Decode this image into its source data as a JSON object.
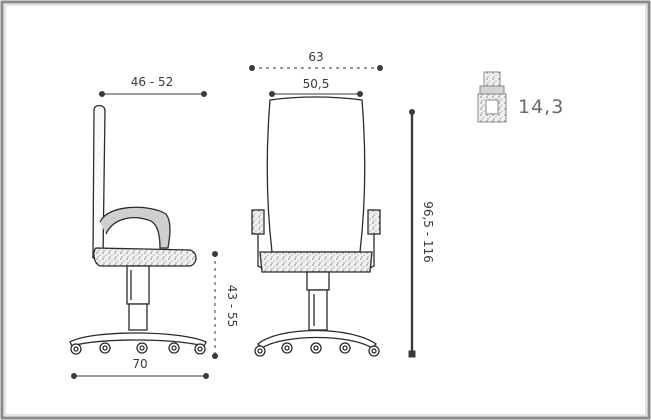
{
  "dimensions": {
    "side_depth": "46 - 52",
    "front_width_top": "63",
    "front_width_back": "50,5",
    "total_height": "96,5 - 116",
    "seat_height": "43 - 55",
    "base_width": "70"
  },
  "weight": {
    "value": "14,3",
    "icon": "weight-scale-icon"
  },
  "colors": {
    "line": "#2b2b2b",
    "fabric": "#bdbdbd",
    "border": "#7a7a7a"
  }
}
